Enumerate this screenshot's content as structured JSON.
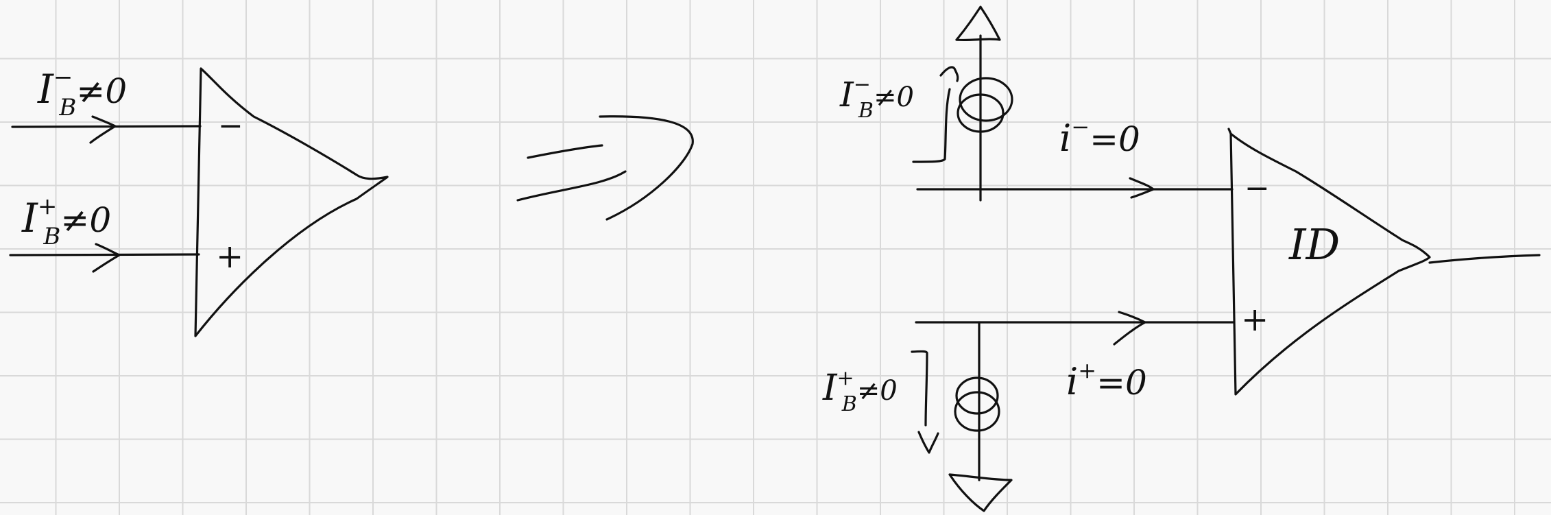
{
  "diagram": {
    "left": {
      "ib_minus": {
        "base": "I",
        "sup": "−",
        "sub": "B",
        "rel": "≠0"
      },
      "ib_plus": {
        "base": "I",
        "sup": "+",
        "sub": "B",
        "rel": "≠0"
      },
      "pin_minus": "−",
      "pin_plus": "+"
    },
    "right": {
      "ib_minus": {
        "base": "I",
        "sup": "−",
        "sub": "B",
        "rel": "≠0"
      },
      "ib_plus": {
        "base": "I",
        "sup": "+",
        "sub": "B",
        "rel": "≠0"
      },
      "i_minus": {
        "base": "i",
        "sup": "−",
        "rel": "=0"
      },
      "i_plus": {
        "base": "i",
        "sup": "+",
        "rel": "=0"
      },
      "pin_minus": "−",
      "pin_plus": "+",
      "amp_label": "ID"
    }
  }
}
